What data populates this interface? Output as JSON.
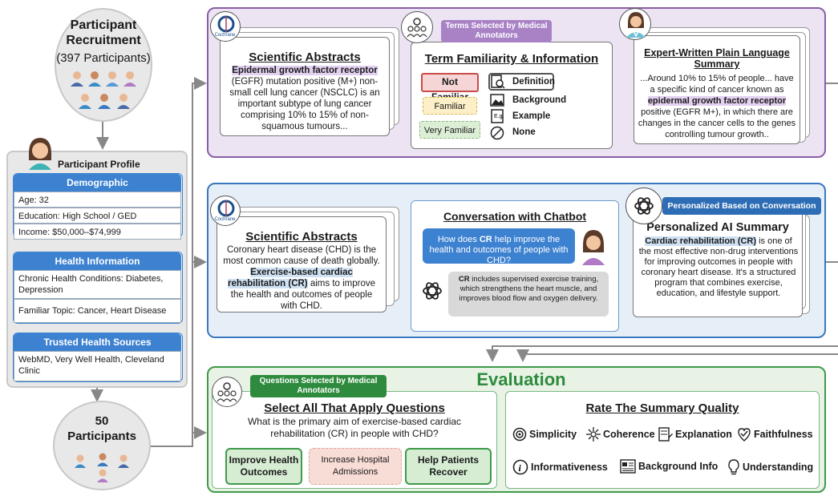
{
  "recruitment": {
    "title_line1": "Participant",
    "title_line2": "Recruitment",
    "count": "(397 Participants)"
  },
  "profile": {
    "title": "Participant Profile",
    "demographic": {
      "header": "Demographic",
      "rows": [
        "Age: 32",
        "Education: High School / GED",
        "Income: $50,000–$74,999"
      ]
    },
    "health": {
      "header": "Health Information",
      "rows": [
        "Chronic Health Conditions: Diabetes, Depression",
        "Familiar Topic: Cancer, Heart Disease"
      ]
    },
    "trusted": {
      "header": "Trusted Health Sources",
      "rows": [
        "WebMD, Very Well Health, Cleveland Clinic"
      ]
    }
  },
  "final": {
    "line1": "50",
    "line2": "Participants"
  },
  "cochrane_label": "Cochrane",
  "top": {
    "abstract_title": "Scientific Abstracts",
    "abstract_highlight": "Epidermal growth factor receptor",
    "abstract_rest": "(EGFR) mutation positive (M+) non-small cell lung cancer (NSCLC) is an important subtype of lung cancer comprising 10% to 15% of non-squamous tumours...",
    "annot_tag": "Terms Selected by Medical Annotators",
    "term_title": "Term Familiarity & Information",
    "levels": [
      "Not Familiar",
      "Familiar",
      "Very Familiar"
    ],
    "info": [
      "Definition",
      "Background",
      "Example",
      "None"
    ],
    "expert_title": "Expert-Written Plain Language Summary",
    "expert_pre": "...Around 10% to 15% of people... have a specific kind of cancer known as",
    "expert_highlight": "epidermal growth factor receptor",
    "expert_post": "positive (EGFR M+), in which there are changes in the cancer cells to the genes controlling tumour growth.."
  },
  "middle": {
    "abstract_title": "Scientific Abstracts",
    "abstract_pre": "Coronary heart disease (CHD) is the most common cause of death globally.",
    "abstract_highlight": "Exercise-based cardiac rehabilitation (CR)",
    "abstract_post": "aims to improve the health and outcomes of people with CHD.",
    "chat_title": "Conversation with Chatbot",
    "user_msg_pre": "How does ",
    "user_msg_b": "CR",
    "user_msg_post": " help improve the health and outcomes of people with CHD?",
    "bot_msg_b": "CR",
    "bot_msg_post": " includes supervised exercise training, which strengthens the heart muscle, and improves blood flow and oxygen delivery.",
    "personal_tag": "Personalized Based on Conversation",
    "summary_title": "Personalized AI Summary",
    "summary_highlight": "Cardiac rehabilitation (CR)",
    "summary_rest": " is one of the most effective non-drug interventions for improving outcomes in people with coronary heart disease. It's a structured program that combines exercise, education, and lifestyle support."
  },
  "evaluation": {
    "title": "Evaluation",
    "q_tag": "Questions Selected by Medical Annotators",
    "q_title": "Select All That Apply Questions",
    "question": "What is the primary aim of exercise-based cardiac rehabilitation (CR) in people with CHD?",
    "options": [
      "Improve Health Outcomes",
      "Increase Hospital Admissions",
      "Help Patients Recover"
    ],
    "rate_title": "Rate The Summary Quality",
    "metrics": [
      "Simplicity",
      "Coherence",
      "Explanation",
      "Faithfulness",
      "Informativeness",
      "Background Info",
      "Understanding"
    ]
  },
  "colors": {
    "purple_bg": "#ede4f3",
    "purple_border": "#8a5ea6",
    "purple_tag": "#a982c6",
    "blue_bg": "#e6eef8",
    "blue_border": "#3a78c0",
    "blue_tag": "#2d6db5",
    "green_bg": "#e8f3e5",
    "green_border": "#3f9a4a",
    "green_tag": "#2e8b3e",
    "highlight_purple": "#e3d0f0",
    "highlight_blue": "#cfe1f3"
  }
}
